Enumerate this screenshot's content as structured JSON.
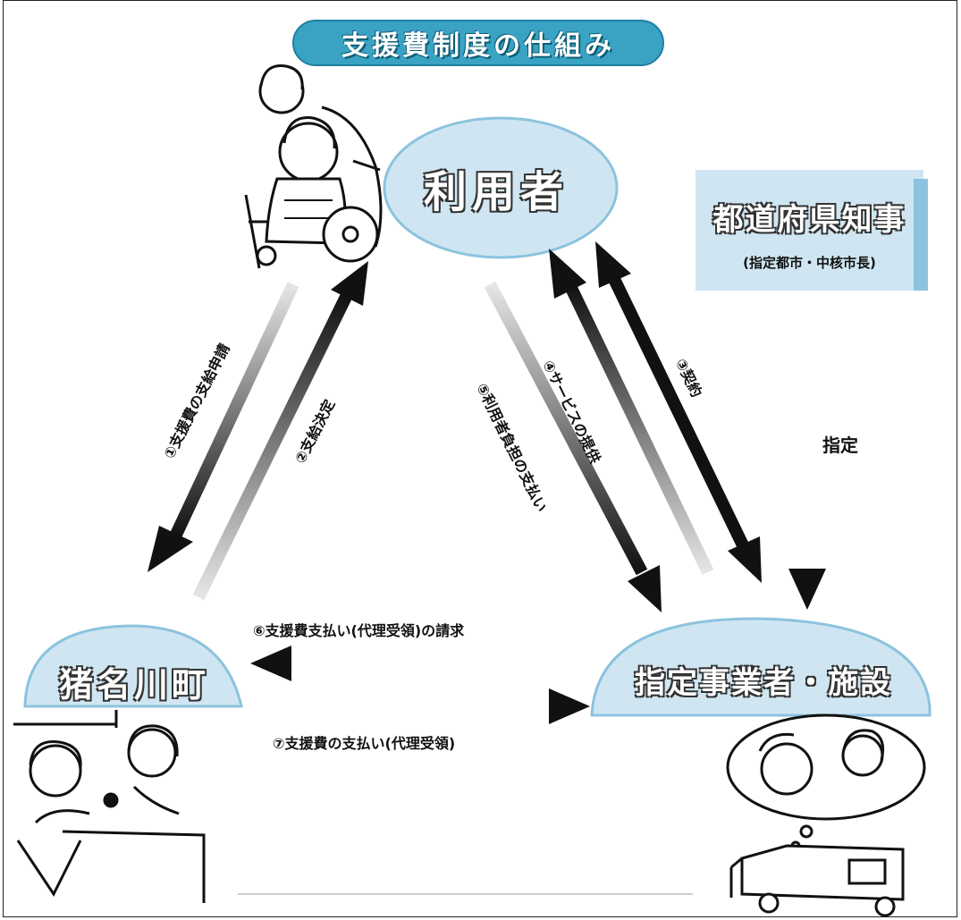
{
  "title": "支援費制度の仕組み",
  "nodes": {
    "user": "利用者",
    "governor": "都道府県知事",
    "governor_sub": "(指定都市・中核市長)",
    "town": "猪名川町",
    "provider": "指定事業者・施設"
  },
  "flows": {
    "f1": "①支援費の支給申請",
    "f2": "②支給決定",
    "f3": "③契約",
    "f4": "④サービスの提供",
    "f5": "⑤利用者負担の支払い",
    "f6": "⑥支援費支払い(代理受領)の請求",
    "f7": "⑦支援費の支払い(代理受領)",
    "designation": "指定"
  },
  "icons": [
    "wheelchair-illustration",
    "office-counter-illustration",
    "care-transport-illustration"
  ],
  "colors": {
    "accent": "#3aa3c4",
    "bubble": "#cfe6f2",
    "arrow_dark": "#111111"
  }
}
